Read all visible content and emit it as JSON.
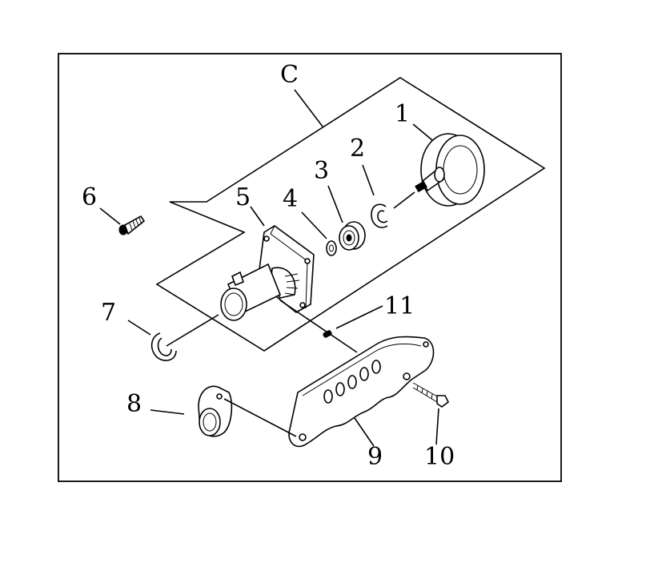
{
  "diagram": {
    "group_label": "C",
    "callouts": {
      "p1": "1",
      "p2": "2",
      "p3": "3",
      "p4": "4",
      "p5": "5",
      "p6": "6",
      "p7": "7",
      "p8": "8",
      "p9": "9",
      "p10": "10",
      "p11": "11"
    }
  }
}
